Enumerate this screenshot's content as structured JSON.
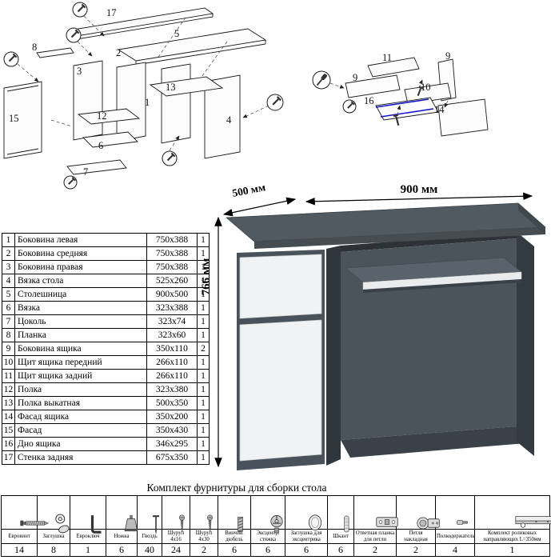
{
  "dimensions": {
    "width": "900 мм",
    "depth": "500 мм",
    "height": "766 мм"
  },
  "parts_table": {
    "rows": [
      {
        "num": "1",
        "name": "Боковина левая",
        "size": "750x388",
        "qty": "1"
      },
      {
        "num": "2",
        "name": "Боковина средняя",
        "size": "750x388",
        "qty": "1"
      },
      {
        "num": "3",
        "name": "Боковина правая",
        "size": "750x388",
        "qty": "1"
      },
      {
        "num": "4",
        "name": "Вязка стола",
        "size": "525x260",
        "qty": "1"
      },
      {
        "num": "5",
        "name": "Столешница",
        "size": "900x500",
        "qty": "1"
      },
      {
        "num": "6",
        "name": "Вязка",
        "size": "323x388",
        "qty": "1"
      },
      {
        "num": "7",
        "name": "Цоколь",
        "size": "323x74",
        "qty": "1"
      },
      {
        "num": "8",
        "name": "Планка",
        "size": "323x60",
        "qty": "1"
      },
      {
        "num": "9",
        "name": "Боковина ящика",
        "size": "350x110",
        "qty": "2"
      },
      {
        "num": "10",
        "name": "Щит ящика передний",
        "size": "266x110",
        "qty": "1"
      },
      {
        "num": "11",
        "name": "Щит ящика задний",
        "size": "266x110",
        "qty": "1"
      },
      {
        "num": "12",
        "name": "Полка",
        "size": "323x380",
        "qty": "1"
      },
      {
        "num": "13",
        "name": "Полка выкатная",
        "size": "500x350",
        "qty": "1"
      },
      {
        "num": "14",
        "name": "Фасад ящика",
        "size": "350x200",
        "qty": "1"
      },
      {
        "num": "15",
        "name": "Фасад",
        "size": "350x430",
        "qty": "1"
      },
      {
        "num": "16",
        "name": "Дно ящика",
        "size": "346x295",
        "qty": "1"
      },
      {
        "num": "17",
        "name": "Стенка задняя",
        "size": "675x350",
        "qty": "1"
      }
    ]
  },
  "hardware": {
    "title": "Комплект фурнитуры для сборки стола",
    "items": [
      {
        "icon": "euro-screw-icon",
        "name": "Евровинт",
        "qty": "14"
      },
      {
        "icon": "cap-icon",
        "name": "Заглушка",
        "qty": "8"
      },
      {
        "icon": "hex-key-icon",
        "name": "Евроключ",
        "qty": "1"
      },
      {
        "icon": "leg-icon",
        "name": "Ножка",
        "qty": "6"
      },
      {
        "icon": "nail-icon",
        "name": "Гвоздь",
        "qty": "40"
      },
      {
        "icon": "screw-icon",
        "name": "Шуруп 4x16",
        "qty": "24"
      },
      {
        "icon": "screw-icon",
        "name": "Шуруп 4x30",
        "qty": "2"
      },
      {
        "icon": "dowel-screw-icon",
        "name": "Винчив. дюбель",
        "qty": "6"
      },
      {
        "icon": "cam-lock-icon",
        "name": "Эксцентр. стяжка",
        "qty": "6"
      },
      {
        "icon": "cam-cap-icon",
        "name": "Заглушка для эксцентрика",
        "qty": "6"
      },
      {
        "icon": "wood-dowel-icon",
        "name": "Шкант",
        "qty": "6"
      },
      {
        "icon": "hinge-plate-icon",
        "name": "Ответная планка для петли",
        "qty": "2"
      },
      {
        "icon": "hinge-icon",
        "name": "Петля накладная",
        "qty": "2"
      },
      {
        "icon": "shelf-pin-icon",
        "name": "Полкодержатель",
        "qty": "4"
      },
      {
        "icon": "drawer-slide-icon",
        "name": "Комплект роликовых направляющих L=350мм",
        "qty": "1"
      }
    ]
  },
  "exploded_left": {
    "labels": [
      "17",
      "5",
      "2",
      "3",
      "8",
      "13",
      "1",
      "12",
      "15",
      "4",
      "6",
      "7"
    ]
  },
  "exploded_right": {
    "labels": [
      "11",
      "9",
      "9",
      "10",
      "16",
      "14"
    ]
  }
}
